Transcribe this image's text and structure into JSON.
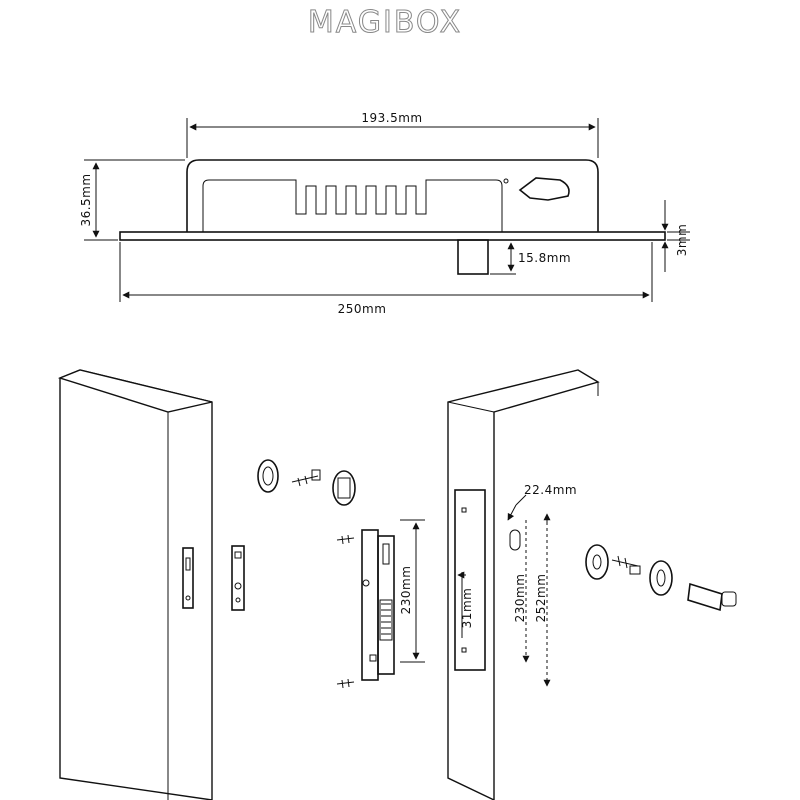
{
  "brand": {
    "text": "MAGIBOX"
  },
  "top_view": {
    "width_top": "193.5mm",
    "height_body": "36.5mm",
    "plate_thickness": "3mm",
    "bolt_height": "15.8mm",
    "width_plate": "250mm"
  },
  "install_view": {
    "dim_hole_width": "22.4mm",
    "dim_strike_length": "230mm",
    "dim_hole_length": "31mm",
    "dim_body_length": "230mm",
    "dim_plate_length": "252mm"
  },
  "colors": {
    "line": "#111111",
    "background": "#ffffff"
  }
}
